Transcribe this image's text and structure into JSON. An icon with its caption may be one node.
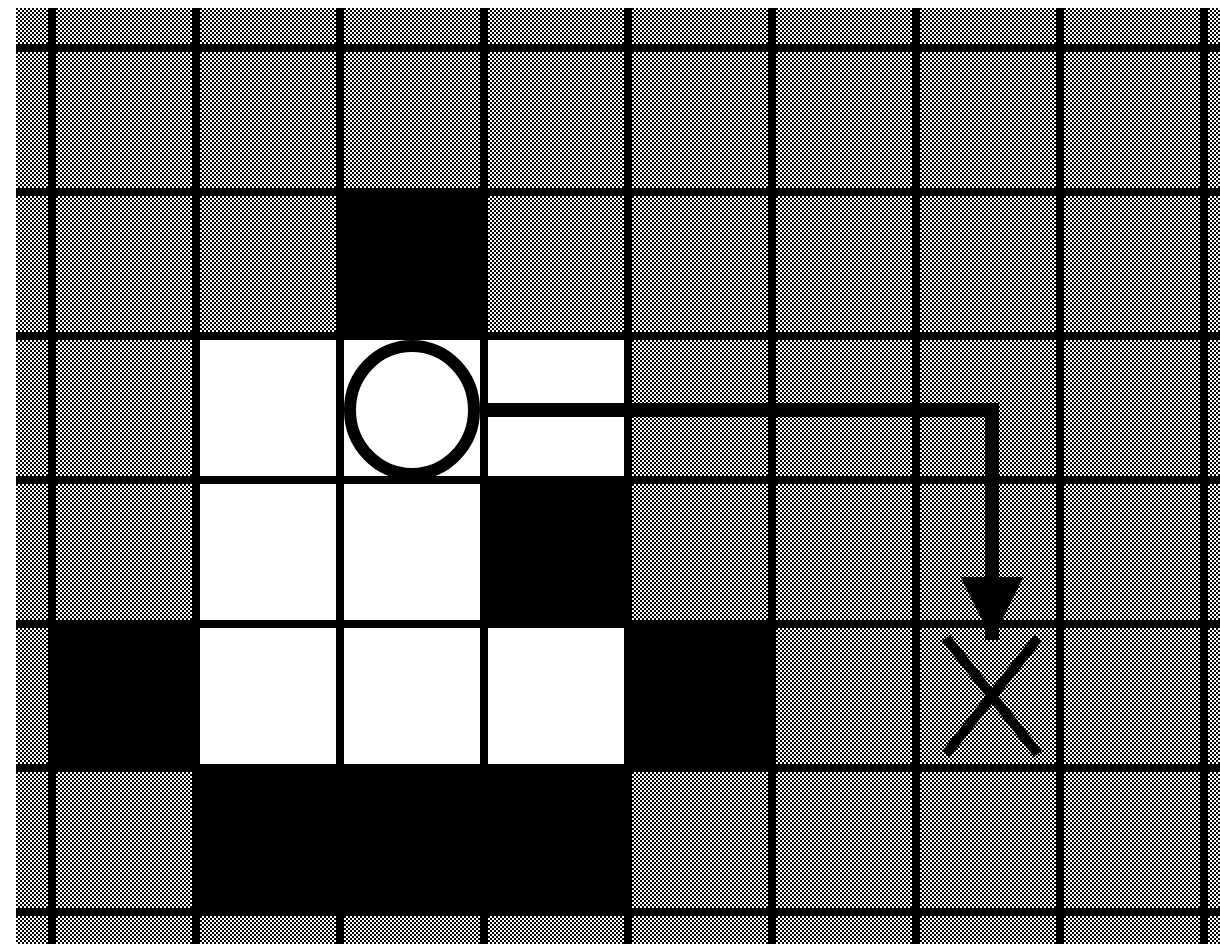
{
  "diagram": {
    "nodes": [
      {
        "text": [],
        "shape": "circle"
      },
      {
        "text": [],
        "shape": "cross"
      }
    ],
    "edges": [
      {
        "from": 0,
        "to": 1,
        "arrow": "to"
      }
    ]
  }
}
